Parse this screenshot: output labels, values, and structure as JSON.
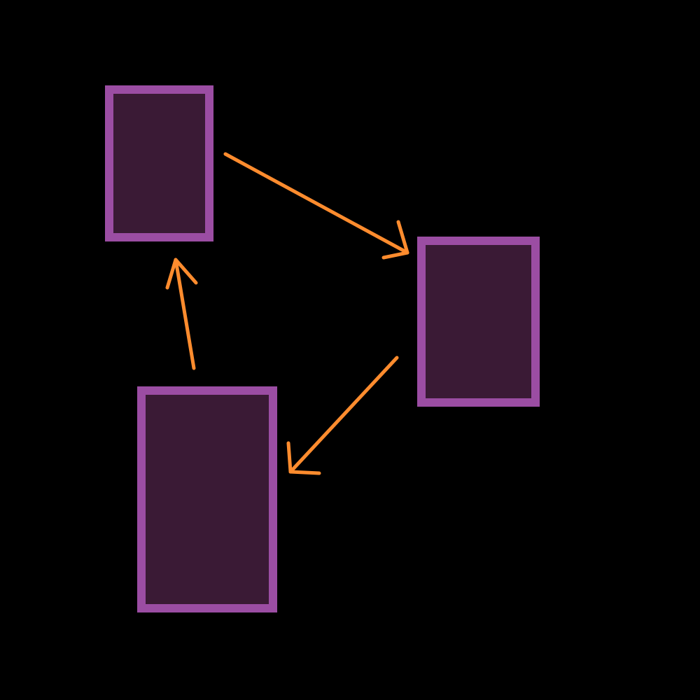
{
  "diagram": {
    "background": "#000000",
    "node_border_color": "#9b4da3",
    "node_fill_color": "#3a1a35",
    "arrow_color": "#ff8c2e",
    "nodes": [
      {
        "id": "top-left"
      },
      {
        "id": "right"
      },
      {
        "id": "bottom-left"
      }
    ],
    "edges": [
      {
        "from": "top-left",
        "to": "right"
      },
      {
        "from": "right",
        "to": "bottom-left"
      },
      {
        "from": "bottom-left",
        "to": "top-left"
      }
    ]
  }
}
